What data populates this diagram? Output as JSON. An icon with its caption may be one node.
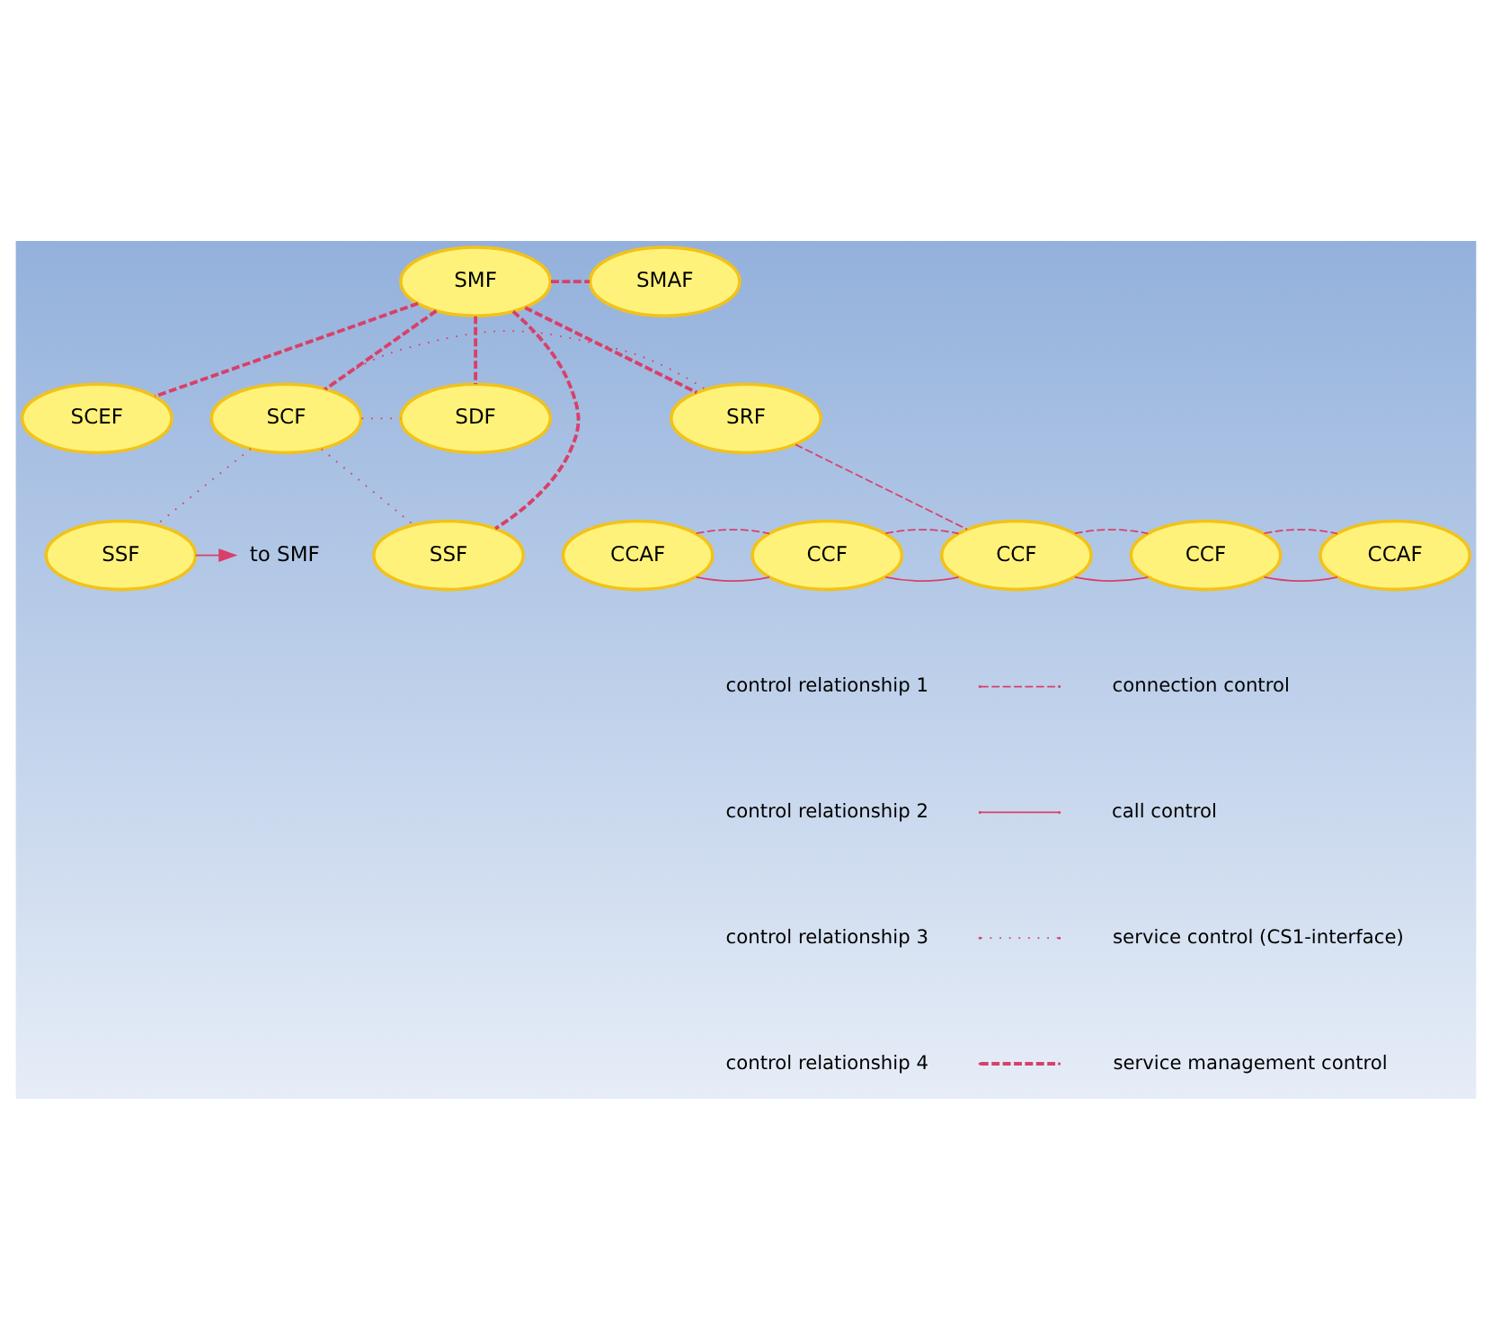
{
  "diagram": {
    "nodes": [
      {
        "text": [
          "SMF"
        ]
      },
      {
        "text": [
          "SMAF"
        ]
      },
      {
        "text": [
          "SCEF"
        ]
      },
      {
        "text": [
          "SCF"
        ]
      },
      {
        "text": [
          "SDF"
        ]
      },
      {
        "text": [
          "SRF"
        ]
      },
      {
        "text": [
          "SSF"
        ]
      },
      {
        "text": [
          "SSF"
        ]
      },
      {
        "text": [
          "CCAF"
        ]
      },
      {
        "text": [
          "CCF"
        ]
      },
      {
        "text": [
          "CCF"
        ]
      },
      {
        "text": [
          "CCF"
        ]
      },
      {
        "text": [
          "CCAF"
        ]
      },
      {
        "text": [
          "to SMF"
        ]
      }
    ],
    "edges": [
      {
        "from": 0,
        "to": 1,
        "arrow": "none",
        "style": "dashed"
      },
      {
        "from": 0,
        "to": 2,
        "arrow": "none",
        "style": "dashed"
      },
      {
        "from": 0,
        "to": 3,
        "arrow": "none",
        "style": "dashed"
      },
      {
        "from": 0,
        "to": 4,
        "arrow": "none",
        "style": "dashed"
      },
      {
        "from": 0,
        "to": 5,
        "arrow": "none",
        "style": "dashed"
      },
      {
        "from": 0,
        "to": 6,
        "arrow": "none",
        "style": "dashed"
      },
      {
        "from": 3,
        "to": 4,
        "arrow": "none",
        "style": "dashed"
      },
      {
        "from": 3,
        "to": 5,
        "arrow": "none",
        "style": "dashed"
      },
      {
        "from": 3,
        "to": 6,
        "arrow": "none",
        "style": "dashed"
      },
      {
        "from": 3,
        "to": 7,
        "arrow": "none",
        "style": "dashed"
      },
      {
        "from": 5,
        "to": 10,
        "arrow": "none",
        "style": "dashed"
      },
      {
        "from": 7,
        "to": 13,
        "arrow": "to"
      },
      {
        "from": 8,
        "to": 9,
        "arrow": "none"
      },
      {
        "from": 8,
        "to": 9,
        "arrow": "none",
        "style": "dashed"
      },
      {
        "from": 9,
        "to": 10,
        "arrow": "none"
      },
      {
        "from": 9,
        "to": 10,
        "arrow": "none",
        "style": "dashed"
      },
      {
        "from": 10,
        "to": 11,
        "arrow": "none"
      },
      {
        "from": 10,
        "to": 11,
        "arrow": "none",
        "style": "dashed"
      },
      {
        "from": 11,
        "to": 12,
        "arrow": "none"
      },
      {
        "from": 11,
        "to": 12,
        "arrow": "none",
        "style": "dashed"
      }
    ],
    "labels": [
      "connection control",
      "call control",
      "service control (CS1-interface)",
      "service management control"
    ],
    "legend": [
      {
        "text": "control relationship 1"
      },
      {
        "text": "control relationship 2"
      },
      {
        "text": "control relationship 3"
      },
      {
        "text": "control relationship 4"
      }
    ]
  }
}
